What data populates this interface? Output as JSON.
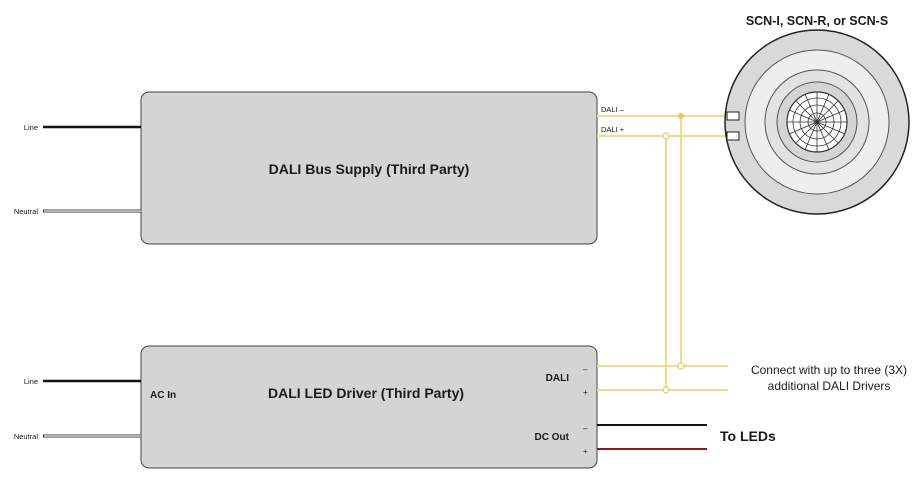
{
  "sensor": {
    "title": "SCN-I, SCN-R, or SCN-S"
  },
  "bus_supply": {
    "title": "DALI Bus Supply (Third Party)",
    "line_label": "Line",
    "neutral_label": "Neutral",
    "dali_minus": "DALI –",
    "dali_plus": "DALI +"
  },
  "driver": {
    "title": "DALI LED Driver (Third Party)",
    "line_label": "Line",
    "neutral_label": "Neutral",
    "ac_in": "AC In",
    "dali": "DALI",
    "dc_out": "DC Out",
    "minus": "–",
    "plus": "+",
    "dc_minus": "–",
    "dc_plus": "+"
  },
  "notes": {
    "connect_line1": "Connect with up to three (3X)",
    "connect_line2": "additional DALI Drivers",
    "to_leds": "To LEDs"
  },
  "colors": {
    "dali_wire": "#f5d98a",
    "junction": "#e8c860",
    "box_fill": "#d4d4d4",
    "box_stroke": "#444444",
    "dc_minus_wire": "#111111",
    "dc_plus_wire": "#8b1a1a"
  }
}
